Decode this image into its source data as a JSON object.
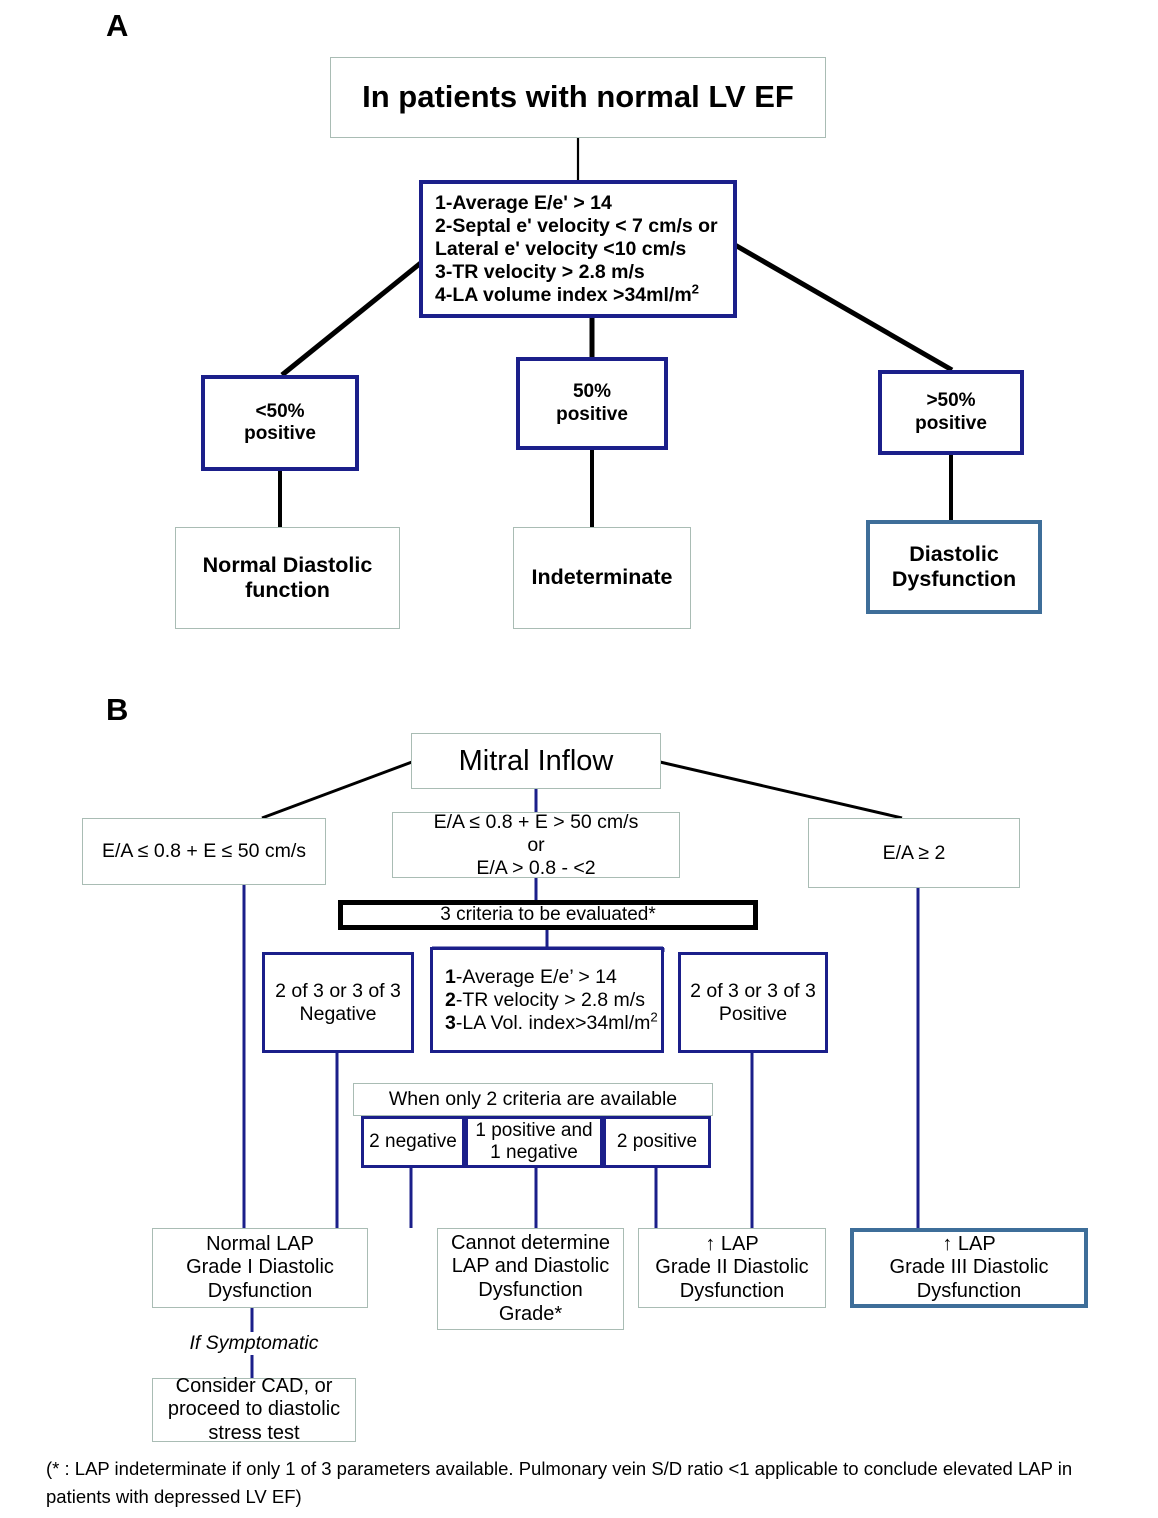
{
  "panels": {
    "a_label": "A",
    "b_label": "B"
  },
  "panelA": {
    "root": "In patients with normal LV EF",
    "criteria": [
      "1-Average E/e' > 14",
      "2-Septal e' velocity < 7 cm/s or",
      "Lateral e' velocity <10 cm/s",
      "3-TR velocity > 2.8 m/s",
      "4-LA volume index >34ml/m2"
    ],
    "branches": [
      {
        "condition_line1": "<50%",
        "condition_line2": "positive",
        "outcome_line1": "Normal Diastolic",
        "outcome_line2": "function"
      },
      {
        "condition_line1": "50%",
        "condition_line2": "positive",
        "outcome_line1": "Indeterminate",
        "outcome_line2": ""
      },
      {
        "condition_line1": ">50%",
        "condition_line2": "positive",
        "outcome_line1": "Diastolic",
        "outcome_line2": "Dysfunction"
      }
    ]
  },
  "panelB": {
    "root": "Mitral Inflow",
    "left_branch": "E/A ≤ 0.8 + E ≤ 50 cm/s",
    "mid_branch_line1": "E/A ≤ 0.8 + E > 50 cm/s",
    "mid_branch_line2": "or",
    "mid_branch_line3": "E/A > 0.8 - <2",
    "right_branch": "E/A ≥ 2",
    "criteria_header": "3 criteria to be evaluated*",
    "criteria": [
      "1-Average E/e' > 14",
      "2-TR velocity > 2.8 m/s",
      "3-LA Vol. index>34ml/m2"
    ],
    "count_negative_line1": "2 of 3 or 3 of 3",
    "count_negative_line2": "Negative",
    "count_positive_line1": "2 of 3 or 3 of 3",
    "count_positive_line2": "Positive",
    "two_criteria_header": "When only 2 criteria are available",
    "two_criteria_cells": [
      {
        "line1": "2 negative",
        "line2": ""
      },
      {
        "line1": "1 positive and",
        "line2": "1 negative"
      },
      {
        "line1": "2 positive",
        "line2": ""
      }
    ],
    "outcomes": [
      {
        "line1": "Normal  LAP",
        "line2": "Grade I Diastolic",
        "line3": "Dysfunction",
        "line4": ""
      },
      {
        "line1": "Cannot determine",
        "line2": "LAP and Diastolic",
        "line3": "Dysfunction",
        "line4": "Grade*"
      },
      {
        "line1": "↑ LAP",
        "line2": "Grade II Diastolic",
        "line3": "Dysfunction",
        "line4": ""
      },
      {
        "line1": "↑ LAP",
        "line2": "Grade III Diastolic",
        "line3": "Dysfunction",
        "line4": ""
      }
    ],
    "if_symptomatic": "If Symptomatic",
    "stress_box": {
      "line1": "Consider CAD, or",
      "line2": "proceed to diastolic",
      "line3": "stress  test"
    }
  },
  "footnote": {
    "line1": "(* : LAP indeterminate if only 1 of 3 parameters available. Pulmonary vein S/D ratio <1 applicable to conclude elevated LAP in",
    "line2": "patients with depressed LV EF)"
  },
  "colors": {
    "navy": "#1b1f8a",
    "gray_green": "#a9bcb4",
    "steel": "#3e6e99",
    "black": "#000000",
    "connector_navy": "#1b1f8a",
    "connector_black": "#000000"
  }
}
